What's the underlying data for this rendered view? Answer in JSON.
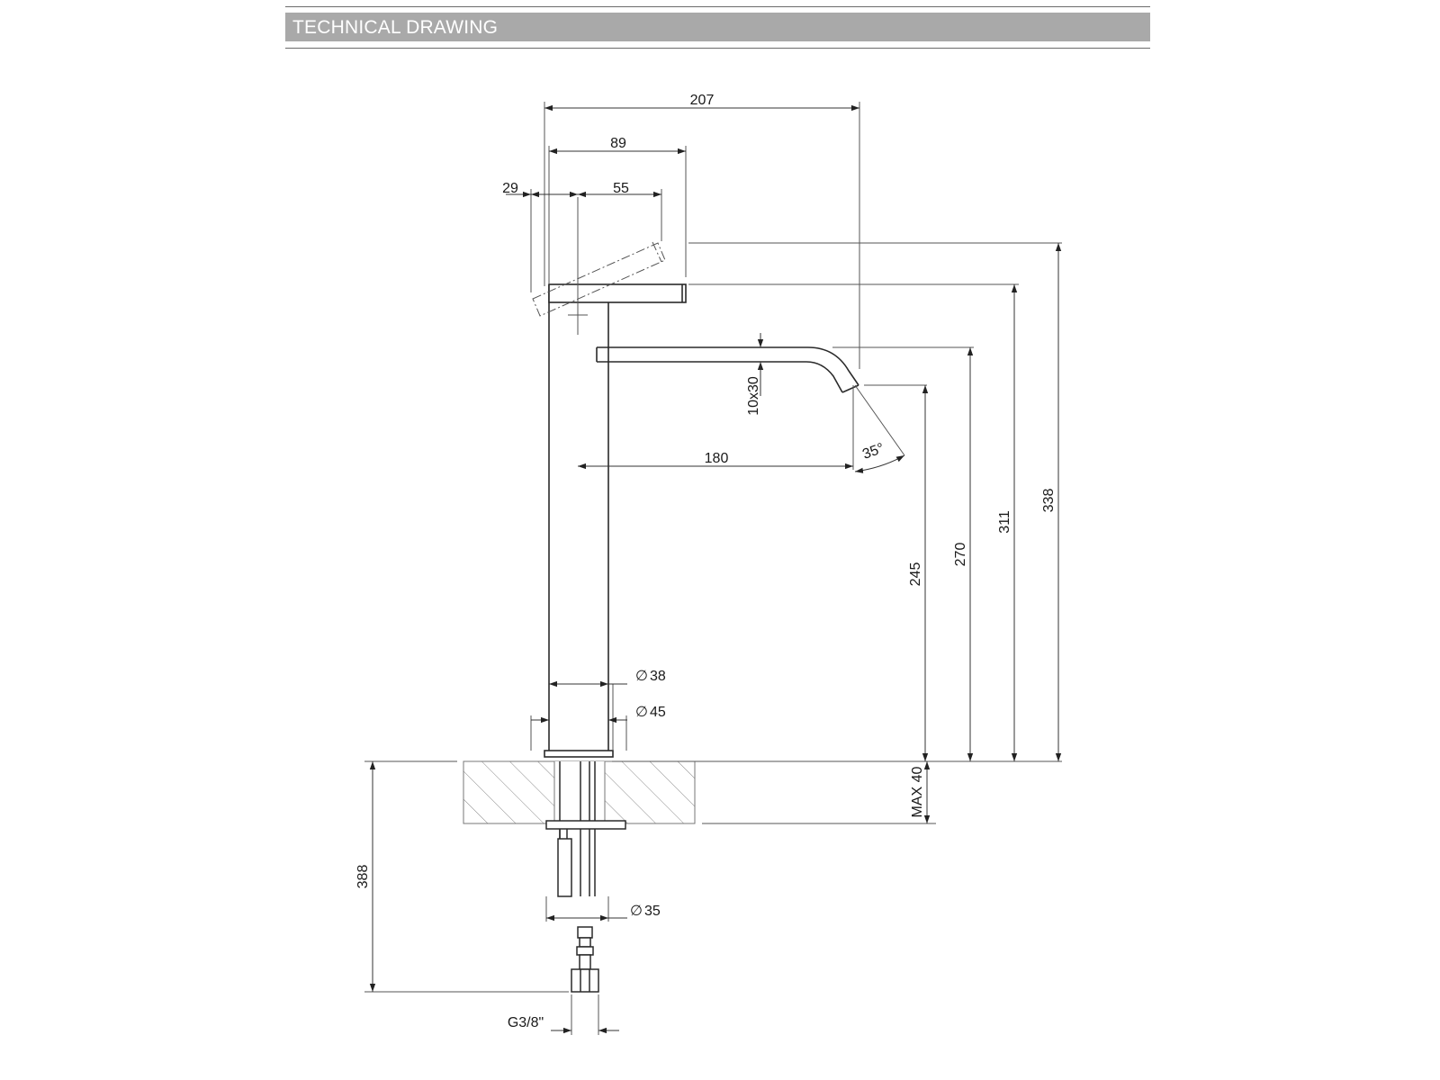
{
  "header": {
    "title": "TECHNICAL DRAWING"
  },
  "colors": {
    "header_bg": "#a9a9a9",
    "line": "#3a3a3a",
    "dim": "#555555"
  },
  "dimensions": {
    "overall_reach": "207",
    "lever_reach": "89",
    "lever_offset": "29",
    "lever_length": "55",
    "spout_section": "10x30",
    "spout_projection": "180",
    "spout_angle": "35°",
    "spout_outlet_height": "245",
    "spout_top_height": "270",
    "lever_top_height": "311",
    "lever_raised_height": "338",
    "body_diameter": "38",
    "base_diameter": "45",
    "deck_thickness": "MAX 40",
    "below_deck_length": "388",
    "shank_diameter": "35",
    "connection_thread": "G3/8\""
  },
  "symbols": {
    "diameter": "∅"
  }
}
